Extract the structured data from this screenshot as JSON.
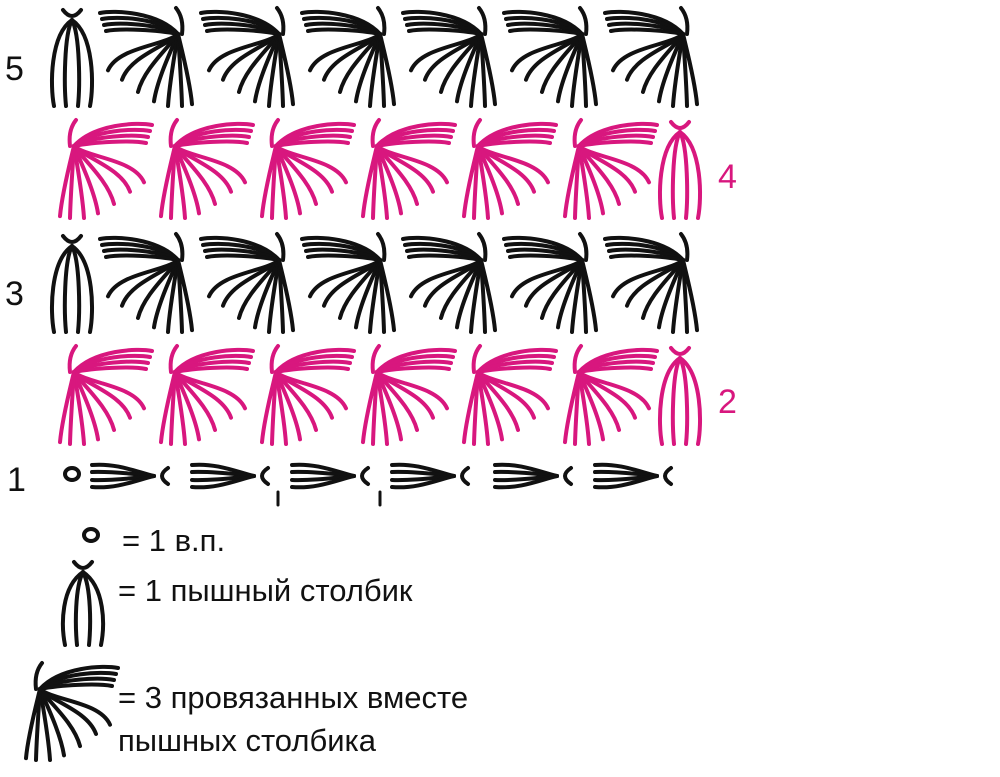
{
  "colors": {
    "black": "#111111",
    "magenta": "#d8177e"
  },
  "rows": [
    {
      "label": "5",
      "color": "black",
      "side": "left",
      "stitch": "fan",
      "first": "puff"
    },
    {
      "label": "4",
      "color": "magenta",
      "side": "right",
      "stitch": "fan",
      "last": "puff"
    },
    {
      "label": "3",
      "color": "black",
      "side": "left",
      "stitch": "fan",
      "first": "puff"
    },
    {
      "label": "2",
      "color": "magenta",
      "side": "right",
      "stitch": "fan",
      "last": "puff"
    },
    {
      "label": "1",
      "color": "black",
      "side": "left",
      "stitch": "chain-start"
    }
  ],
  "legend": {
    "chain": "= 1 в.п.",
    "puff": "= 1 пышный столбик",
    "cluster_line1": "= 3 провязанных вместе",
    "cluster_line2": "пышных столбика"
  }
}
